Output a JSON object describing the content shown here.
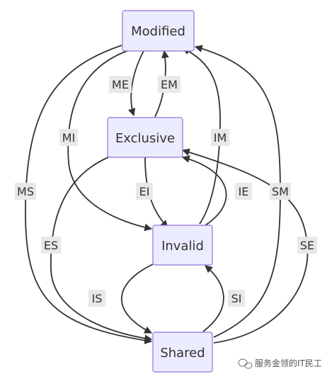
{
  "nodes": {
    "modified": "Modified",
    "exclusive": "Exclusive",
    "invalid": "Invalid",
    "shared": "Shared"
  },
  "edges": {
    "ME": "ME",
    "EM": "EM",
    "MI": "MI",
    "IM": "IM",
    "MS": "MS",
    "SM": "SM",
    "EI": "EI",
    "IE": "IE",
    "ES": "ES",
    "SE": "SE",
    "IS": "IS",
    "SI": "SI"
  },
  "watermark": {
    "text": "服务金领的IT民工",
    "icon": "wechat-icon"
  },
  "colors": {
    "node_fill": "#ECECFF",
    "node_stroke": "#9370DB",
    "edge": "#333333",
    "label_bg": "#E8E8E8"
  }
}
